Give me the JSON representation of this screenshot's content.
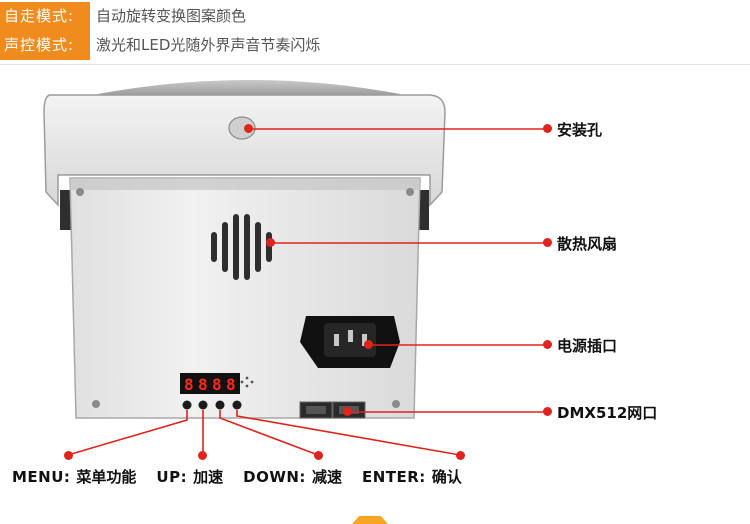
{
  "info_bar": {
    "rows": [
      {
        "label": "自走模式:",
        "value": "自动旋转变换图案颜色"
      },
      {
        "label": "声控模式:",
        "value": "激光和LED光随外界声音节奏闪烁"
      }
    ],
    "label_color": "#f08c1e"
  },
  "display": {
    "digits": [
      "8",
      "8",
      "8",
      "8"
    ]
  },
  "callouts": [
    {
      "id": "mount-hole",
      "text": "安装孔"
    },
    {
      "id": "cooling-fan",
      "text": "散热风扇"
    },
    {
      "id": "power-socket",
      "text": "电源插口"
    },
    {
      "id": "dmx-port",
      "text": "DMX512网口"
    }
  ],
  "buttons": [
    {
      "key": "MENU:",
      "desc": "菜单功能"
    },
    {
      "key": "UP:",
      "desc": "加速"
    },
    {
      "key": "DOWN:",
      "desc": "减速"
    },
    {
      "key": "ENTER:",
      "desc": "确认"
    }
  ],
  "colors": {
    "accent": "#e0231c",
    "panel": "#ebebeb",
    "display_digits": "#ff2a1a"
  }
}
